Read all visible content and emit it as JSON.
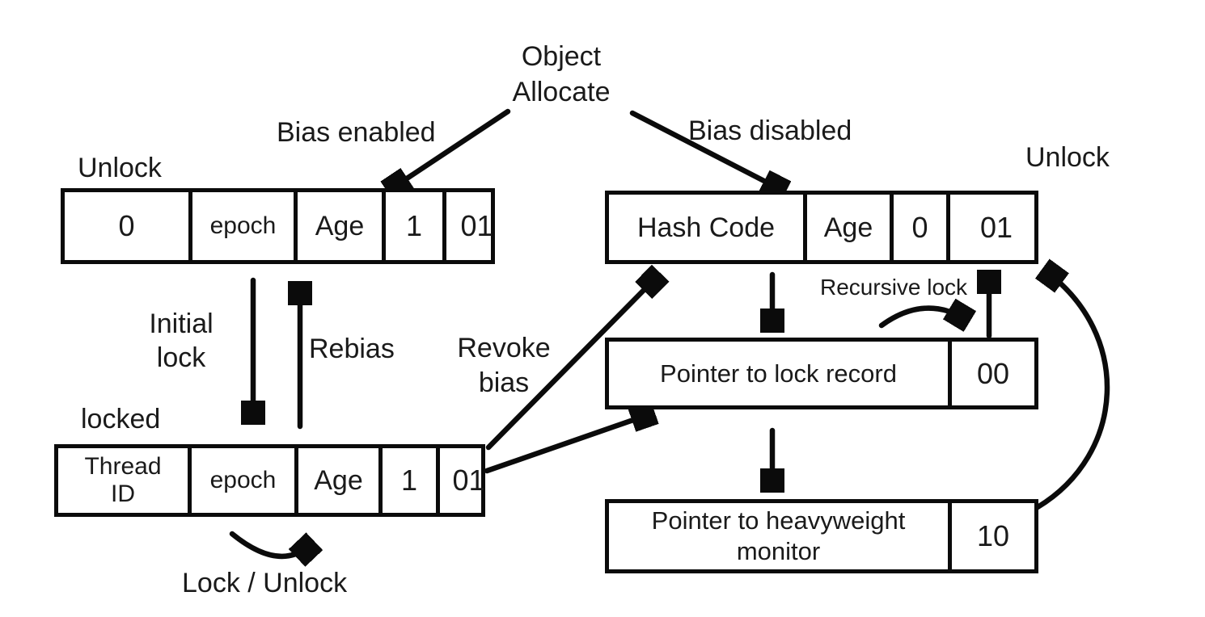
{
  "diagram": {
    "object_allocate": {
      "line1": "Object",
      "line2": "Allocate"
    },
    "bias_enabled": "Bias enabled",
    "bias_disabled": "Bias disabled",
    "initial_lock": {
      "line1": "Initial",
      "line2": "lock"
    },
    "rebias": "Rebias",
    "revoke_bias": {
      "line1": "Revoke",
      "line2": "bias"
    },
    "lock_unlock": "Lock / Unlock",
    "recursive_lock": "Recursive lock",
    "states": {
      "biased_unlocked": {
        "label": "Unlock",
        "cells": [
          "0",
          "epoch",
          "Age",
          "1",
          "01"
        ]
      },
      "biased_locked": {
        "label": "locked",
        "cells": [
          "Thread ID",
          "epoch",
          "Age",
          "1",
          "01"
        ]
      },
      "unbiased_unlocked": {
        "label": "Unlock",
        "cells": [
          "Hash Code",
          "Age",
          "0",
          "01"
        ]
      },
      "lightweight_locked": {
        "cells": [
          "Pointer to lock record",
          "00"
        ]
      },
      "heavyweight_locked": {
        "cells": [
          "Pointer to heavyweight monitor",
          "10"
        ]
      }
    },
    "colors": {
      "ink": "#0b0b0b",
      "background": "#ffffff"
    }
  }
}
